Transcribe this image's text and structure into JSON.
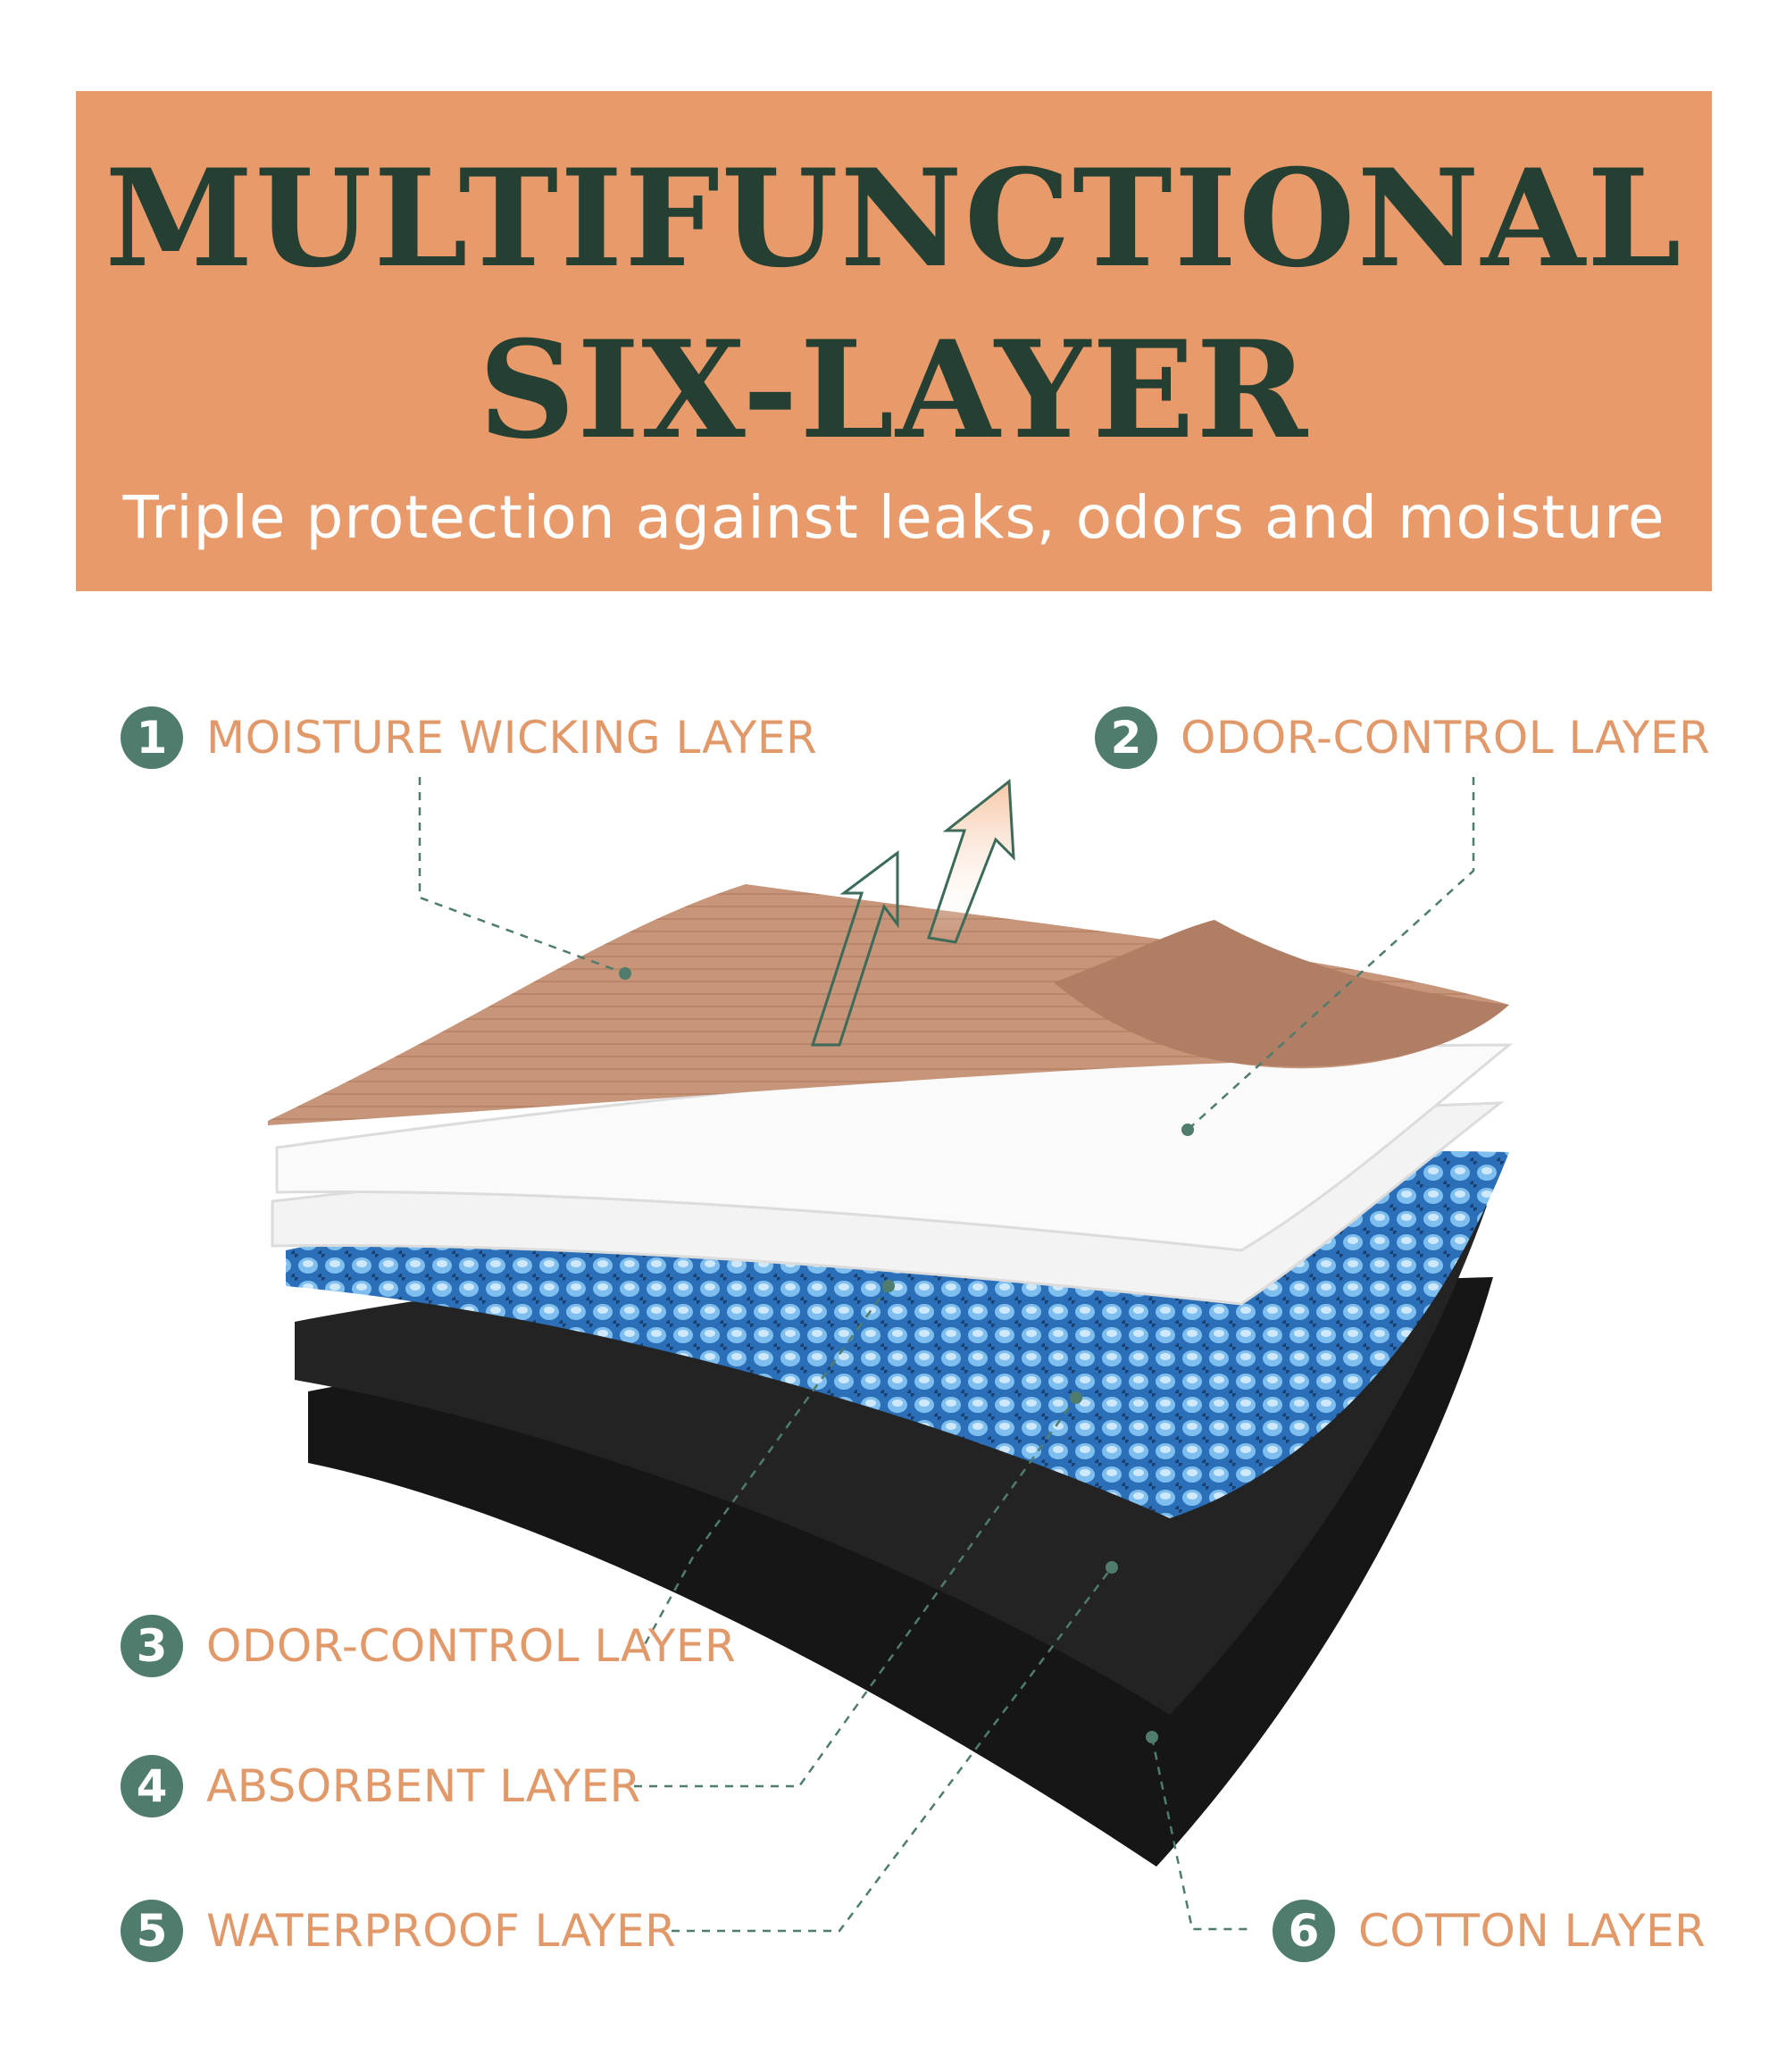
{
  "header": {
    "title_line1": "MULTIFUNCTIONAL",
    "title_line2": "SIX-LAYER",
    "subtitle": "Triple protection against leaks, odors and moisture"
  },
  "colors": {
    "banner_bg": "#e89a6b",
    "title_text": "#253f33",
    "badge_bg": "#4f7c6d",
    "label_text": "#e2996a",
    "layer_top_tan": "#c6957a",
    "layer_white": "#f1f1f1",
    "layer_blue_mesh": "#3d8fd6",
    "layer_black": "#1b1b1b"
  },
  "layers": [
    {
      "number": "1",
      "label": "MOISTURE WICKING LAYER"
    },
    {
      "number": "2",
      "label": "ODOR-CONTROL LAYER"
    },
    {
      "number": "3",
      "label": "ODOR-CONTROL LAYER"
    },
    {
      "number": "4",
      "label": "ABSORBENT LAYER"
    },
    {
      "number": "5",
      "label": "WATERPROOF LAYER"
    },
    {
      "number": "6",
      "label": "COTTON LAYER"
    }
  ]
}
